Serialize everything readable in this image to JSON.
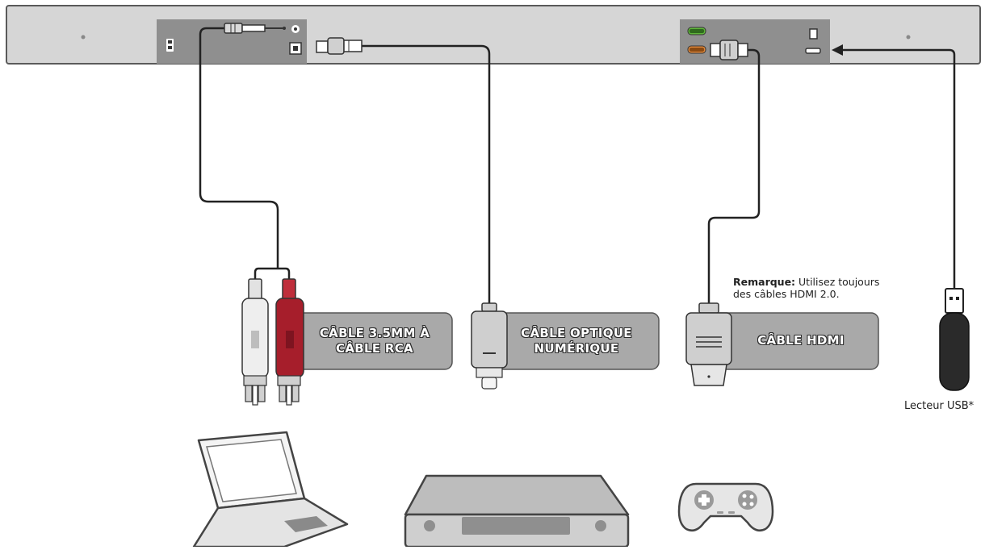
{
  "labels": {
    "rca_line1": "CÂBLE 3.5MM À",
    "rca_line2": "CÂBLE RCA",
    "optical_line1": "CÂBLE OPTIQUE",
    "optical_line2": "NUMÉRIQUE",
    "hdmi": "CÂBLE HDMI"
  },
  "note": {
    "bold": "Remarque:",
    "text_line1": " Utilisez toujours",
    "text_line2": "des câbles HDMI 2.0."
  },
  "usb_caption": "Lecteur USB*",
  "icons": [
    "soundbar",
    "rca-plug-white",
    "rca-plug-red",
    "optical-plug",
    "hdmi-plug",
    "usb-drive",
    "laptop-icon",
    "dvd-player-icon",
    "gamepad-icon"
  ],
  "colors": {
    "soundbar": "#d6d6d6",
    "panel": "#8f8f8f",
    "label_box": "#a9a9a9",
    "rca_red": "#a61e2b",
    "rca_white": "#eeeeee",
    "hdmi_port": "#e0893c",
    "aux_port": "#5fb53a",
    "usb_drive": "#2a2a2a",
    "cable": "#222222"
  }
}
